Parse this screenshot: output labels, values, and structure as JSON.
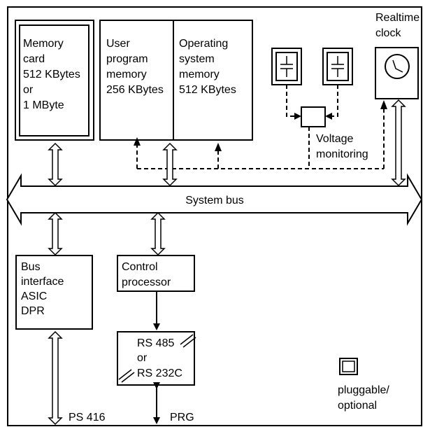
{
  "memory_card": {
    "lines": [
      "Memory",
      "card",
      "512 KBytes",
      "or",
      "1 MByte"
    ]
  },
  "user_program_memory": {
    "lines": [
      "User",
      "program",
      "memory",
      "256 KBytes"
    ]
  },
  "operating_system_memory": {
    "lines": [
      "Operating",
      "system",
      "memory",
      "512 KBytes"
    ]
  },
  "realtime_clock": {
    "lines": [
      "Realtime",
      "clock"
    ]
  },
  "voltage_monitoring": {
    "lines": [
      "Voltage",
      "monitoring"
    ]
  },
  "system_bus": {
    "label": "System bus"
  },
  "bus_interface": {
    "lines": [
      "Bus",
      "interface",
      "ASIC",
      "DPR"
    ]
  },
  "control_processor": {
    "lines": [
      "Control",
      "processor"
    ]
  },
  "serial_interface": {
    "lines": [
      "RS 485",
      "or",
      "RS 232C"
    ]
  },
  "ports": {
    "ps416": "PS 416",
    "prg": "PRG"
  },
  "legend": {
    "lines": [
      "pluggable/",
      "optional"
    ]
  }
}
